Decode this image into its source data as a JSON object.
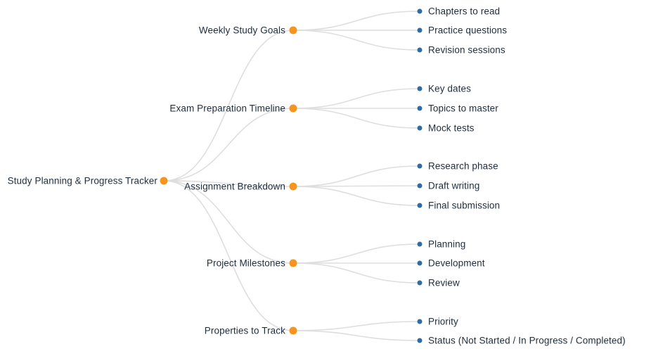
{
  "mindmap": {
    "root": {
      "label": "Study Planning & Progress Tracker"
    },
    "branches": [
      {
        "label": "Weekly Study Goals",
        "children": [
          {
            "label": "Chapters to read"
          },
          {
            "label": "Practice questions"
          },
          {
            "label": "Revision sessions"
          }
        ]
      },
      {
        "label": "Exam Preparation Timeline",
        "children": [
          {
            "label": "Key dates"
          },
          {
            "label": "Topics to master"
          },
          {
            "label": "Mock tests"
          }
        ]
      },
      {
        "label": "Assignment Breakdown",
        "children": [
          {
            "label": "Research phase"
          },
          {
            "label": "Draft writing"
          },
          {
            "label": "Final submission"
          }
        ]
      },
      {
        "label": "Project Milestones",
        "children": [
          {
            "label": "Planning"
          },
          {
            "label": "Development"
          },
          {
            "label": "Review"
          }
        ]
      },
      {
        "label": "Properties to Track",
        "children": [
          {
            "label": "Priority"
          },
          {
            "label": "Status (Not Started / In Progress / Completed)"
          }
        ]
      }
    ],
    "colors": {
      "branch_dot": "#f7941e",
      "leaf_dot": "#2e6da4",
      "link": "#dedede",
      "text": "#1f2d3d"
    }
  }
}
